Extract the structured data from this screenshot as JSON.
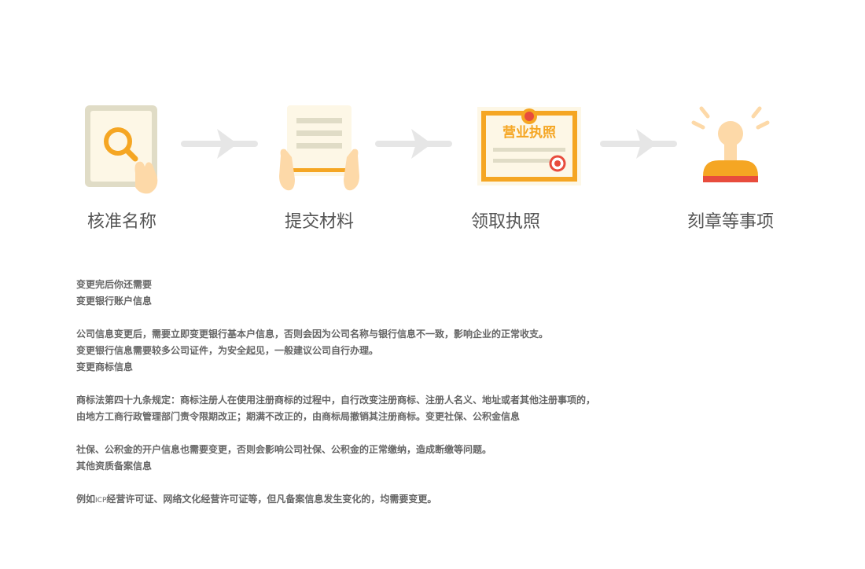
{
  "steps": [
    {
      "label": "核准名称",
      "icon": "search-document-icon"
    },
    {
      "label": "提交材料",
      "icon": "documents-hands-icon"
    },
    {
      "label": "领取执照",
      "icon": "business-license-icon"
    },
    {
      "label": "刻章等事项",
      "icon": "stamp-icon"
    }
  ],
  "license_text": "营业执照",
  "paragraphs": {
    "p1": "变更完后你还需要",
    "p2": "变更银行账户信息",
    "p3": "公司信息变更后，需要立即变更银行基本户信息，否则会因为公司名称与银行信息不一致，影响企业的正常收支。",
    "p4": "变更银行信息需要较多公司证件，为安全起见，一般建议公司自行办理。",
    "p5": "变更商标信息",
    "p6": "商标法第四十九条规定：商标注册人在使用注册商标的过程中，自行改变注册商标、注册人名义、地址或者其他注册事项的，",
    "p7": "由地方工商行政管理部门责令限期改正；期满不改正的，由商标局撤销其注册商标。变更社保、公积金信息",
    "p8": "社保、公积金的开户信息也需要变更，否则会影响公司社保、公积金的正常缴纳，造成断缴等问题。",
    "p9": "其他资质备案信息",
    "p10_prefix": "例如",
    "p10_small": "ICP",
    "p10_suffix": "经营许可证、网络文化经营许可证等，但凡备案信息发生变化的，均需要变更。"
  },
  "colors": {
    "orange": "#f5a623",
    "light_orange": "#fdd9a8",
    "beige": "#fdf7e6",
    "gray_arrow": "#e6e6e6",
    "red": "#e84c3d"
  }
}
